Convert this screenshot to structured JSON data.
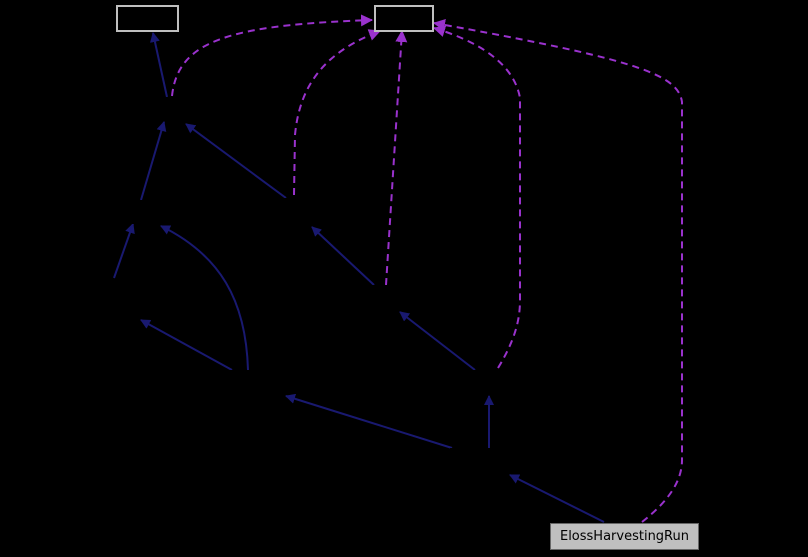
{
  "diagram": {
    "type": "inheritance-collaboration-graph",
    "background": "#000000",
    "colors": {
      "inheritance_edge": "#191970",
      "usage_edge": "#9a32cd",
      "node_border": "#bfbfbf",
      "focus_fill": "#bfbfbf"
    },
    "nodes": [
      {
        "id": "n_top_left",
        "label": "",
        "style": "outlined"
      },
      {
        "id": "n_top_center",
        "label": "",
        "style": "outlined"
      },
      {
        "id": "n_a",
        "label": "",
        "style": "hidden"
      },
      {
        "id": "n_b",
        "label": "",
        "style": "hidden"
      },
      {
        "id": "n_c",
        "label": "",
        "style": "hidden"
      },
      {
        "id": "n_d",
        "label": "",
        "style": "hidden"
      },
      {
        "id": "n_e",
        "label": "",
        "style": "hidden"
      },
      {
        "id": "n_f",
        "label": "",
        "style": "hidden"
      },
      {
        "id": "n_g",
        "label": "",
        "style": "hidden"
      },
      {
        "id": "n_h",
        "label": "",
        "style": "hidden"
      },
      {
        "id": "n_i",
        "label": "",
        "style": "hidden"
      },
      {
        "id": "n_focus",
        "label": "ElossHarvestingRun",
        "style": "focus"
      }
    ],
    "edges": [
      {
        "from": "n_a",
        "to": "n_top_left",
        "kind": "inheritance"
      },
      {
        "from": "n_a",
        "to": "n_top_center",
        "kind": "usage"
      },
      {
        "from": "n_b",
        "to": "n_a",
        "kind": "inheritance"
      },
      {
        "from": "n_c",
        "to": "n_a",
        "kind": "inheritance"
      },
      {
        "from": "n_c",
        "to": "n_top_center",
        "kind": "usage"
      },
      {
        "from": "n_d",
        "to": "n_b",
        "kind": "inheritance"
      },
      {
        "from": "n_e",
        "to": "n_d",
        "kind": "inheritance"
      },
      {
        "from": "n_e",
        "to": "n_b",
        "kind": "inheritance"
      },
      {
        "from": "n_f",
        "to": "n_c",
        "kind": "inheritance"
      },
      {
        "from": "n_f",
        "to": "n_top_center",
        "kind": "usage"
      },
      {
        "from": "n_g",
        "to": "n_f",
        "kind": "inheritance"
      },
      {
        "from": "n_g",
        "to": "n_top_center",
        "kind": "usage"
      },
      {
        "from": "n_h",
        "to": "n_g",
        "kind": "inheritance"
      },
      {
        "from": "n_h",
        "to": "n_e",
        "kind": "inheritance"
      },
      {
        "from": "n_focus",
        "to": "n_h",
        "kind": "inheritance"
      },
      {
        "from": "n_focus",
        "to": "n_top_center",
        "kind": "usage"
      }
    ]
  }
}
